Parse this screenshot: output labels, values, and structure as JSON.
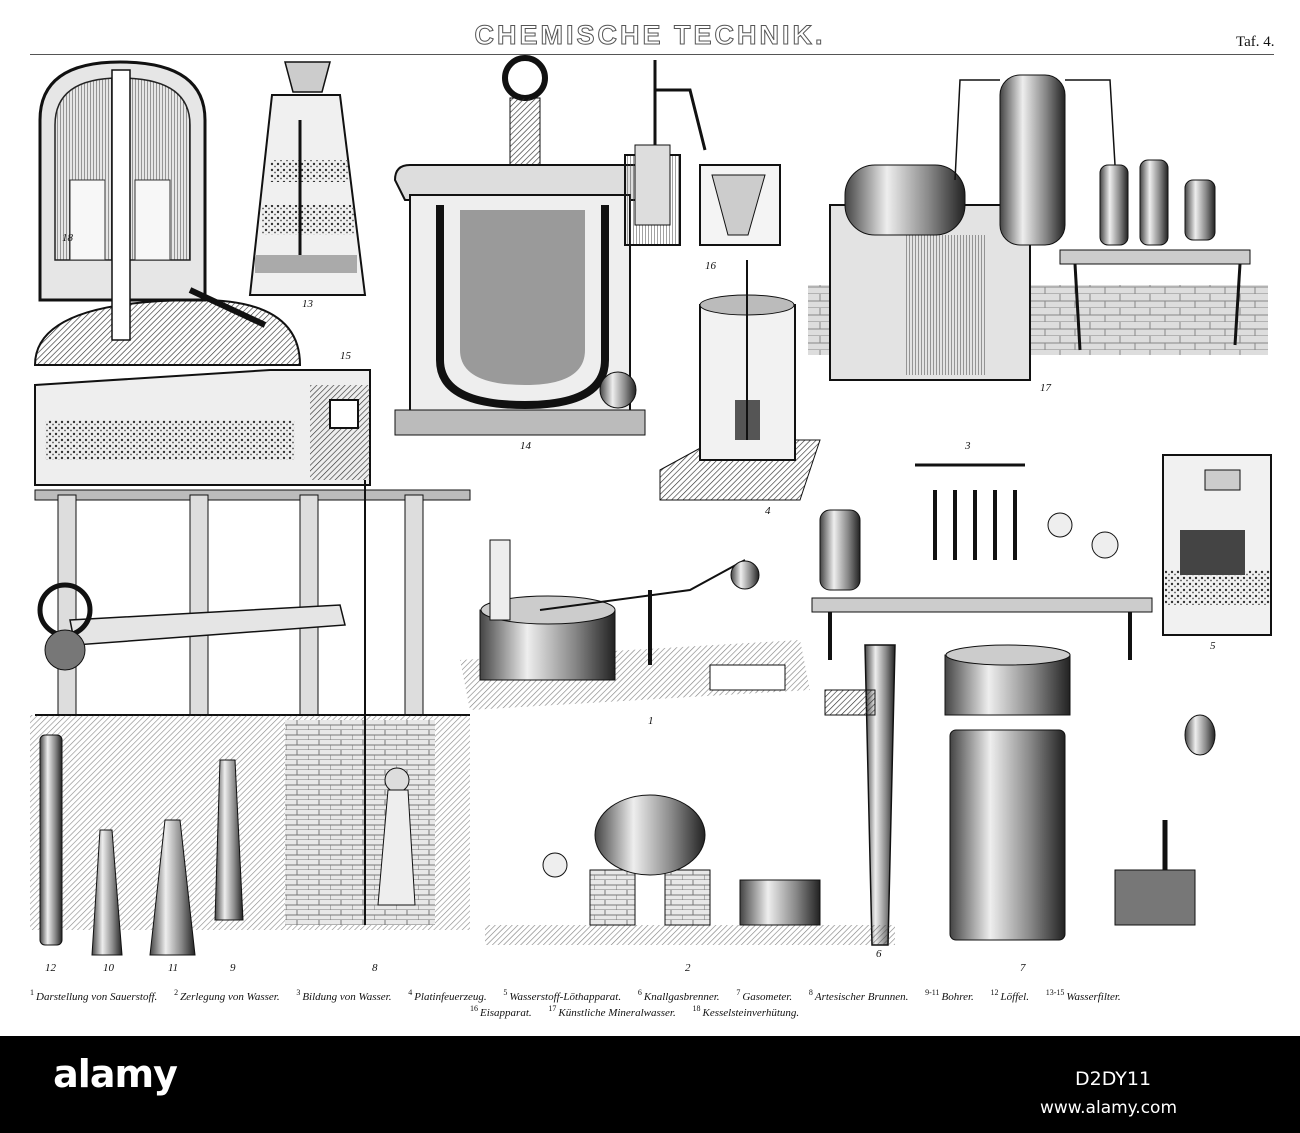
{
  "plate": {
    "title": "CHEMISCHE TECHNIK.",
    "plate_number": "Taf. 4."
  },
  "figure_numbers": [
    "18",
    "13",
    "16",
    "15",
    "14",
    "4",
    "17",
    "3",
    "5",
    "1",
    "6",
    "12",
    "10",
    "11",
    "9",
    "8",
    "2",
    "7"
  ],
  "captions": [
    {
      "num": "1",
      "text": "Darstellung von Sauerstoff."
    },
    {
      "num": "2",
      "text": "Zerlegung von Wasser."
    },
    {
      "num": "3",
      "text": "Bildung von Wasser."
    },
    {
      "num": "4",
      "text": "Platinfeuerzeug."
    },
    {
      "num": "5",
      "text": "Wasserstoff-Löthapparat."
    },
    {
      "num": "6",
      "text": "Knallgasbrenner."
    },
    {
      "num": "7",
      "text": "Gasometer."
    },
    {
      "num": "8",
      "text": "Artesischer Brunnen."
    },
    {
      "num": "9-11",
      "text": "Bohrer."
    },
    {
      "num": "12",
      "text": "Löffel."
    },
    {
      "num": "13-15",
      "text": "Wasserfilter."
    },
    {
      "num": "16",
      "text": "Eisapparat."
    },
    {
      "num": "17",
      "text": "Künstliche Mineralwasser."
    },
    {
      "num": "18",
      "text": "Kesselsteinverhütung."
    }
  ],
  "stock_banner": {
    "logo": "alamy",
    "image_id": "D2DY11",
    "url": "www.alamy.com"
  }
}
